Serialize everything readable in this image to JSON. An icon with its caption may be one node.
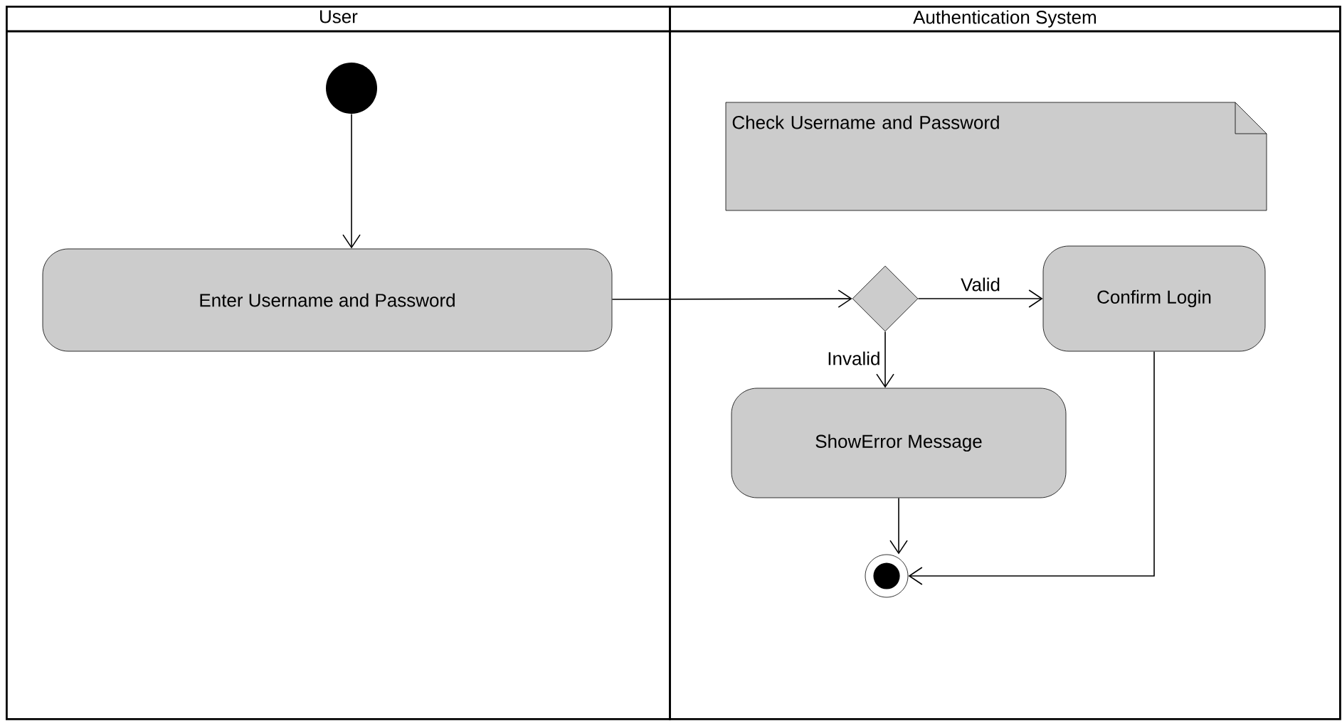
{
  "diagram": {
    "nodes": [
      {
        "text": [
          "User"
        ]
      },
      {
        "text": [
          "Authentication System"
        ]
      },
      {
        "text": [],
        "shape": "circle",
        "in": 0
      },
      {
        "text": [
          "Enter Username and Password"
        ],
        "in": 0
      },
      {
        "text": [
          "Check Username and Password"
        ],
        "in": 1
      },
      {
        "text": [],
        "shape": "diamond",
        "in": 1
      },
      {
        "text": [
          "Confirm Login"
        ],
        "in": 1
      },
      {
        "text": [
          "ShowError Message"
        ],
        "in": 1
      },
      {
        "text": [],
        "shape": "circle",
        "in": 1
      }
    ],
    "edges": [
      {
        "from": 2,
        "to": 3,
        "arrow": "to"
      },
      {
        "from": 3,
        "to": 5,
        "arrow": "to"
      },
      {
        "from": 5,
        "to": 6,
        "arrow": "to",
        "label": "Valid"
      },
      {
        "from": 5,
        "to": 7,
        "arrow": "to",
        "label": "Invalid"
      },
      {
        "from": 7,
        "to": 8,
        "arrow": "to"
      },
      {
        "from": 6,
        "to": 8,
        "arrow": "to"
      }
    ]
  }
}
